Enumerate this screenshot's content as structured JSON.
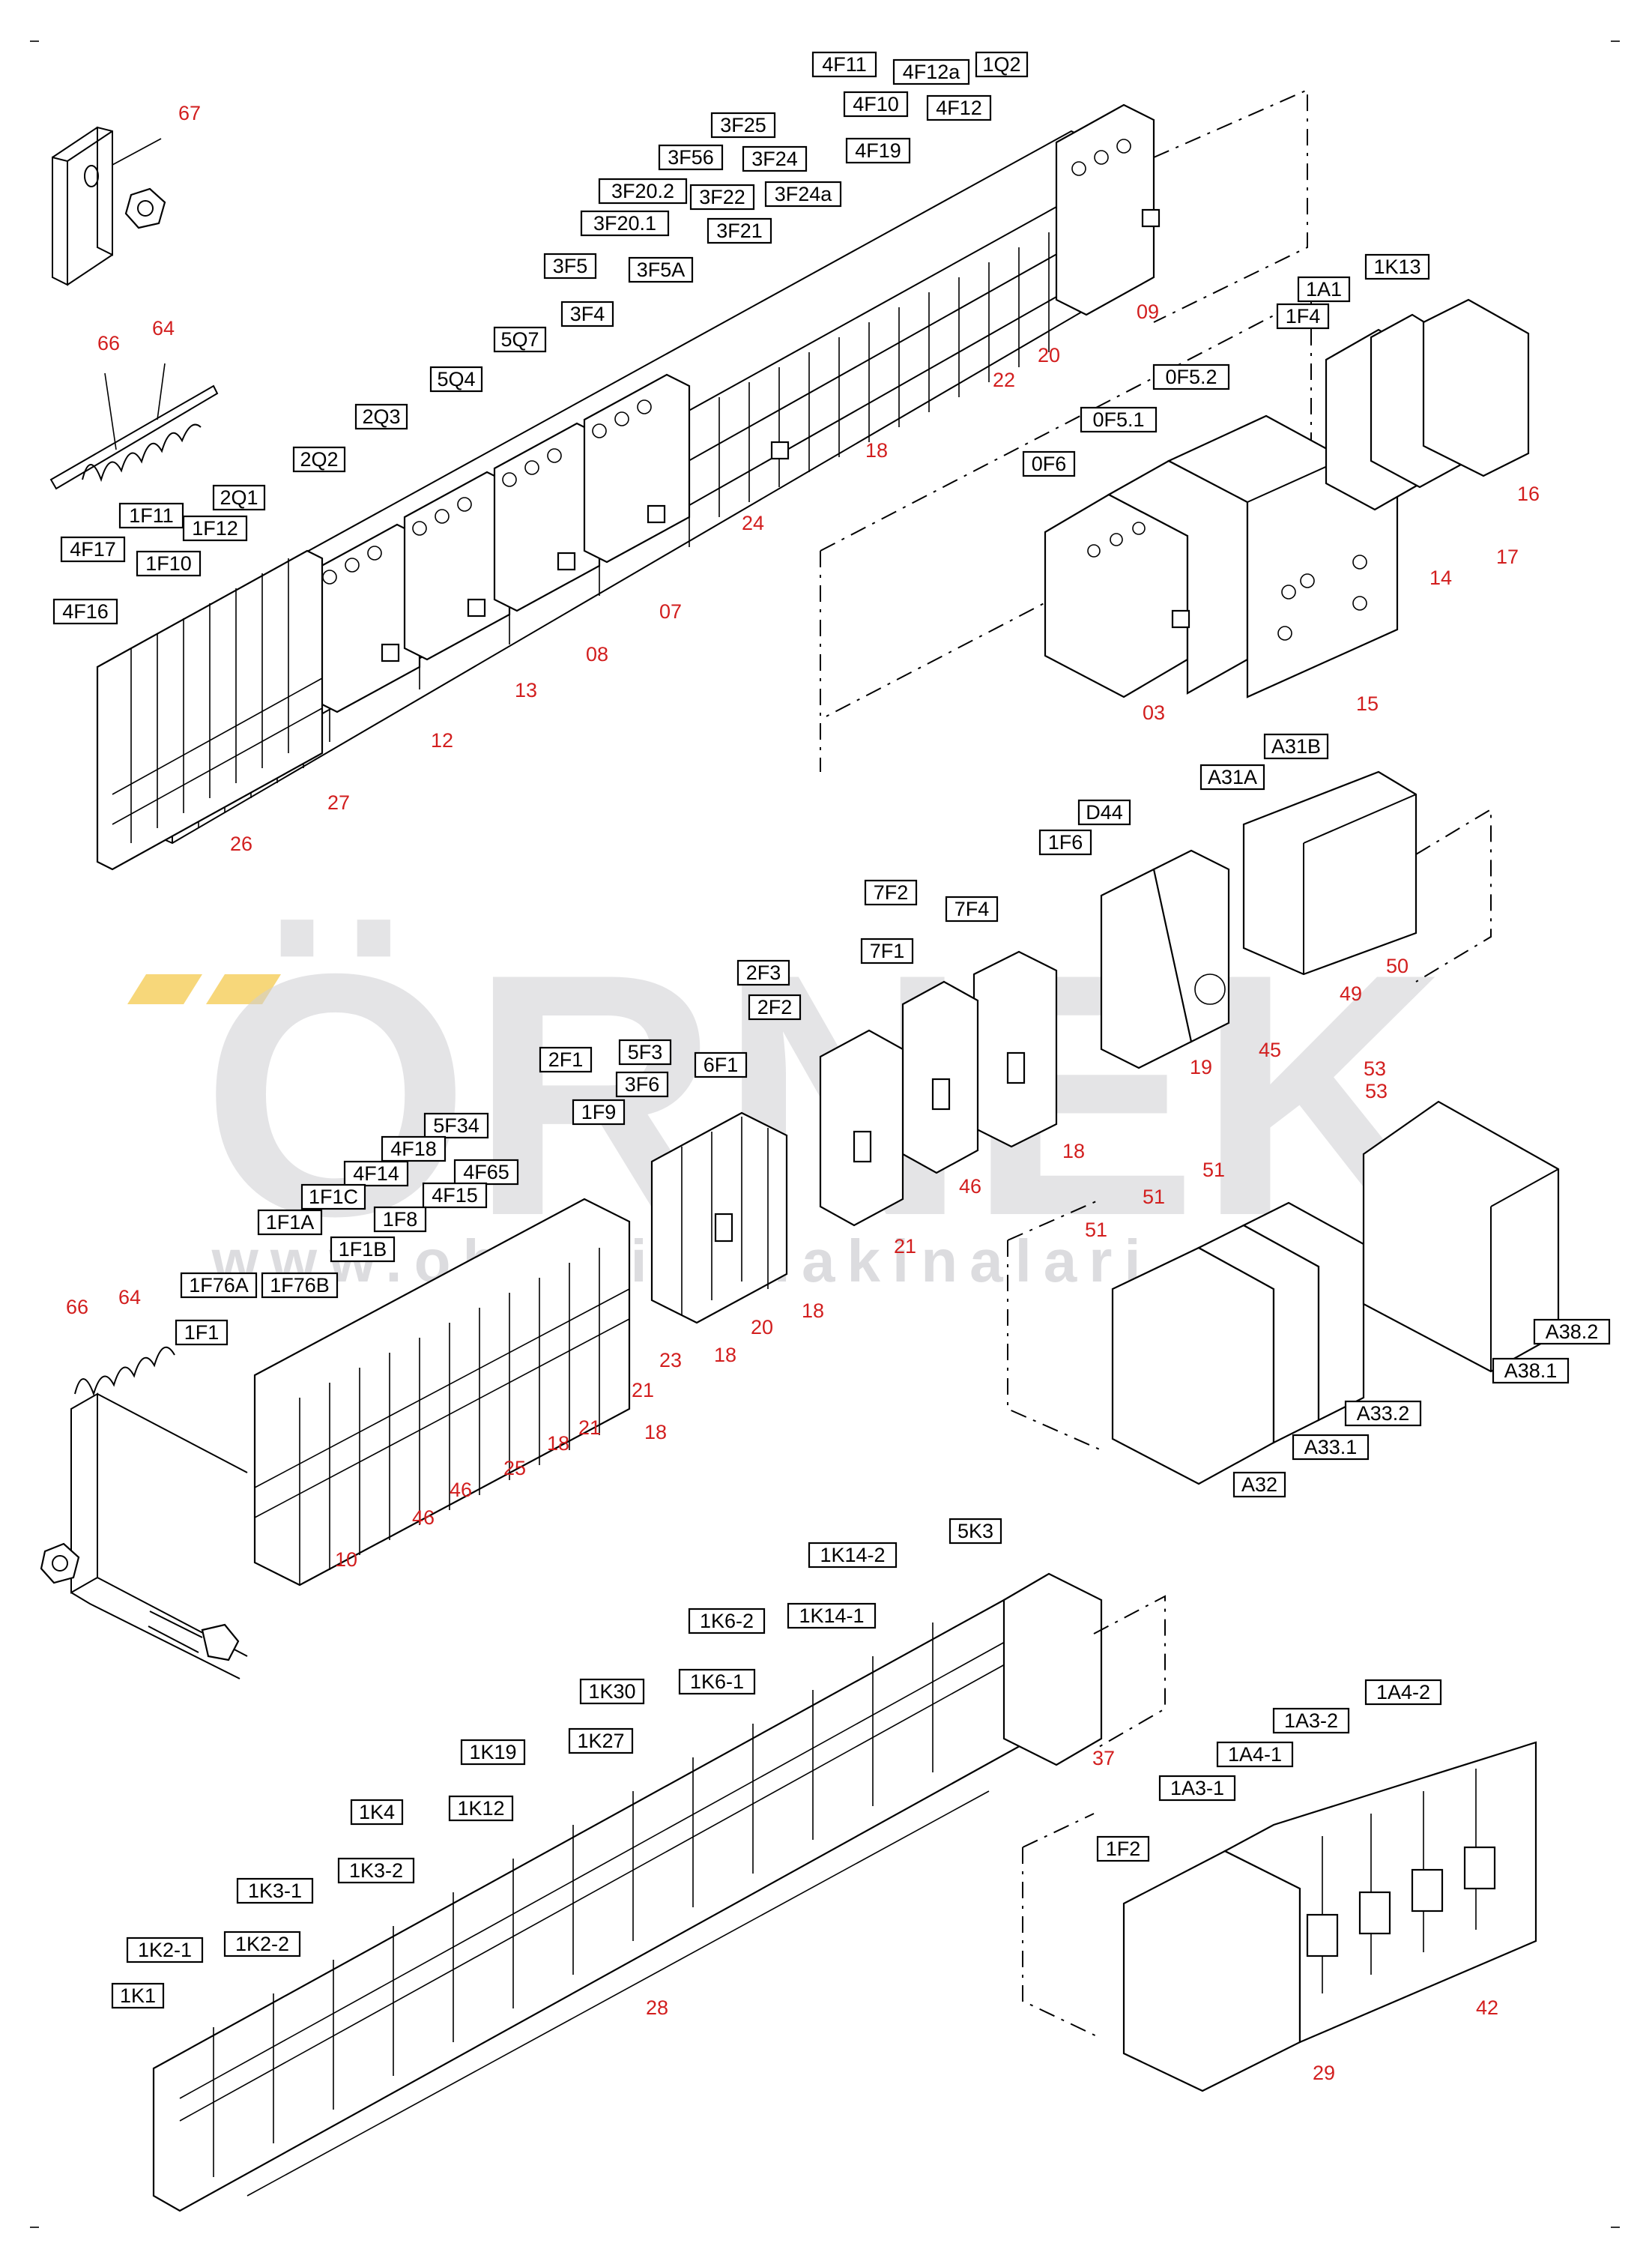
{
  "watermark": {
    "logo_text": "ÖRNEK",
    "url_text": "www.obelkis-makinalari.com.tr",
    "accent_color": "#f7d77a"
  },
  "colors": {
    "label_text": "#000000",
    "callout_number": "#d21e1e"
  },
  "boxed_labels": [
    "4F11",
    "4F12a",
    "1Q2",
    "4F10",
    "4F12",
    "3F25",
    "3F56",
    "3F24",
    "4F19",
    "3F20.2",
    "3F22",
    "3F24a",
    "3F20.1",
    "3F21",
    "3F5",
    "3F5A",
    "3F4",
    "5Q7",
    "5Q4",
    "2Q3",
    "2Q2",
    "2Q1",
    "1F11",
    "1F12",
    "4F17",
    "1F10",
    "4F16",
    "1K13",
    "1A1",
    "1F4",
    "0F5.2",
    "0F5.1",
    "0F6",
    "A31B",
    "A31A",
    "D44",
    "1F6",
    "7F2",
    "7F4",
    "7F1",
    "2F3",
    "2F2",
    "2F1",
    "5F3",
    "3F6",
    "6F1",
    "1F9",
    "5F34",
    "4F18",
    "4F14",
    "4F65",
    "4F15",
    "1F1C",
    "1F8",
    "1F1A",
    "1F1B",
    "1F76A",
    "1F76B",
    "1F1",
    "A38.2",
    "A38.1",
    "A33.2",
    "A33.1",
    "A32",
    "5K3",
    "1K14-2",
    "1K14-1",
    "1K6-2",
    "1K6-1",
    "1K30",
    "1K27",
    "1K19",
    "1K12",
    "1K4",
    "1K3-2",
    "1K3-1",
    "1K2-1",
    "1K2-2",
    "1K1",
    "1A4-2",
    "1A3-2",
    "1A4-1",
    "1A3-1",
    "1F2"
  ],
  "callout_numbers": [
    "67",
    "64",
    "66",
    "09",
    "20",
    "22",
    "18",
    "24",
    "07",
    "08",
    "13",
    "12",
    "27",
    "26",
    "16",
    "17",
    "14",
    "15",
    "03",
    "50",
    "49",
    "45",
    "19",
    "18",
    "46",
    "21",
    "20",
    "18",
    "18",
    "53",
    "53",
    "51",
    "51",
    "51",
    "66",
    "64",
    "23",
    "21",
    "21",
    "18",
    "18",
    "25",
    "46",
    "46",
    "10",
    "37",
    "28",
    "29",
    "42"
  ]
}
